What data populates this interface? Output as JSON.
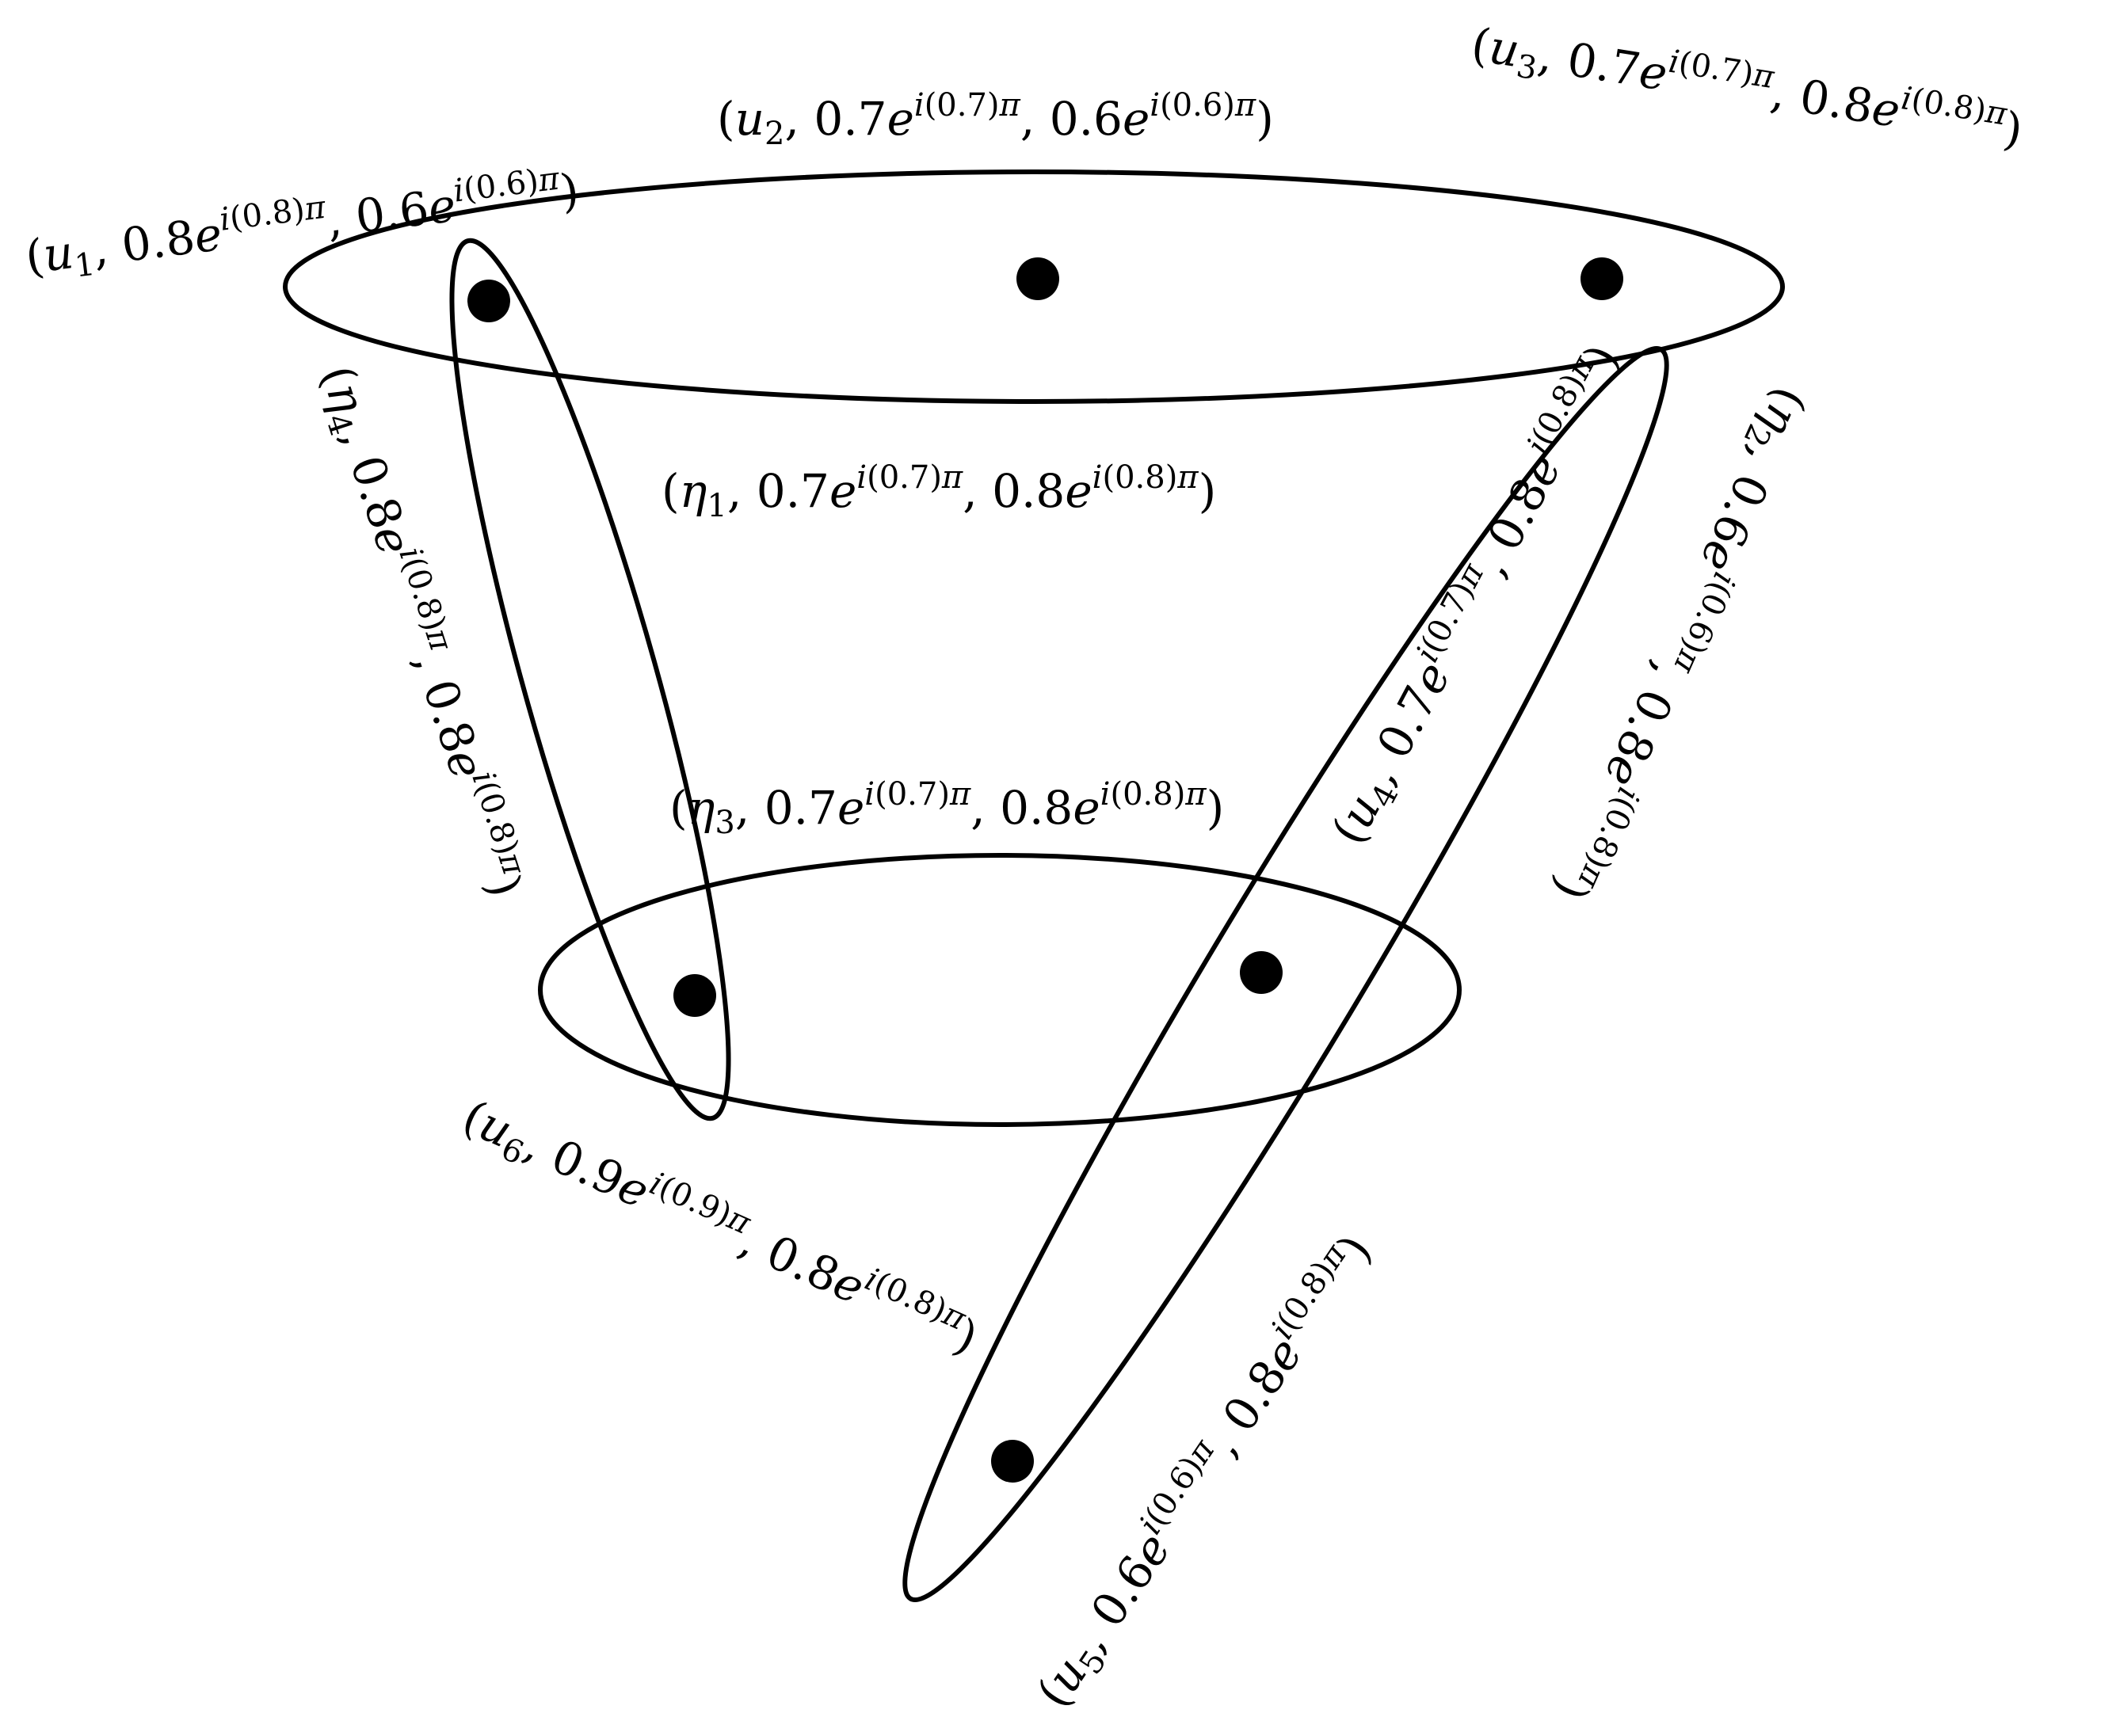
{
  "colors": {
    "stroke": "#000000",
    "vertex": "#000000",
    "background": "#ffffff"
  },
  "vertices": [
    {
      "name": "u",
      "sub": "1",
      "a": "0.8",
      "ae": "(0.8)",
      "b": "0.6",
      "be": "(0.6)"
    },
    {
      "name": "u",
      "sub": "2",
      "a": "0.7",
      "ae": "(0.7)",
      "b": "0.6",
      "be": "(0.6)"
    },
    {
      "name": "u",
      "sub": "3",
      "a": "0.7",
      "ae": "(0.7)",
      "b": "0.8",
      "be": "(0.8)"
    },
    {
      "name": "u",
      "sub": "4",
      "a": "0.7",
      "ae": "(0.7)",
      "b": "0.8",
      "be": "(0.8)"
    },
    {
      "name": "u",
      "sub": "5",
      "a": "0.6",
      "ae": "(0.6)",
      "b": "0.8",
      "be": "(0.8)"
    },
    {
      "name": "u",
      "sub": "6",
      "a": "0.9",
      "ae": "(0.9)",
      "b": "0.8",
      "be": "(0.8)"
    }
  ],
  "edges": [
    {
      "name": "η",
      "sub": "1",
      "a": "0.7",
      "ae": "(0.7)",
      "b": "0.8",
      "be": "(0.8)"
    },
    {
      "name": "η",
      "sub": "2",
      "a": "0.6",
      "ae": "(0.6)",
      "b": "0.8",
      "be": "(0.8)"
    },
    {
      "name": "η",
      "sub": "3",
      "a": "0.7",
      "ae": "(0.7)",
      "b": "0.8",
      "be": "(0.8)"
    },
    {
      "name": "η",
      "sub": "4",
      "a": "0.8",
      "ae": "(0.8)",
      "b": "0.8",
      "be": "(0.8)"
    }
  ],
  "symbols": {
    "open": "(",
    "close": ")",
    "comma": ", ",
    "e": "e",
    "i": "i",
    "pi": "π"
  }
}
